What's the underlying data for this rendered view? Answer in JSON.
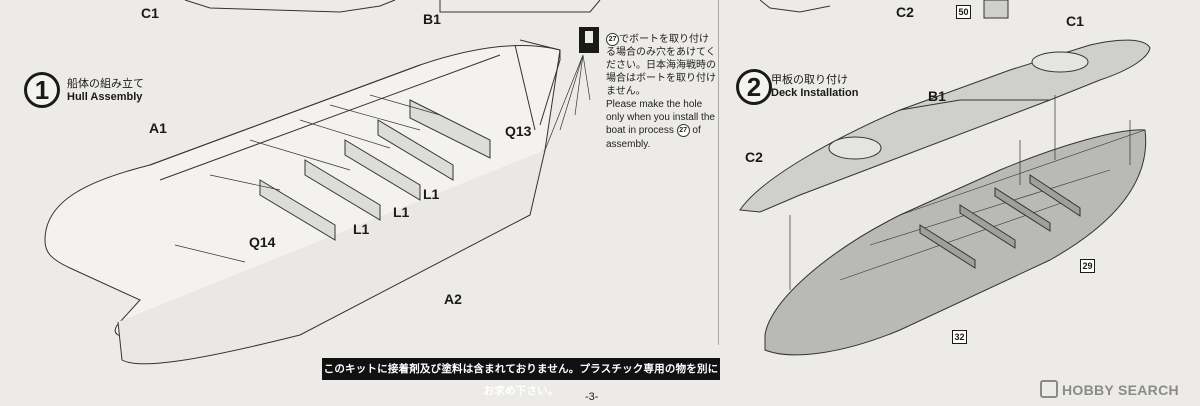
{
  "top_labels": {
    "c1": "C1",
    "b1": "B1",
    "c2": "C2",
    "c1_right": "C1",
    "part50": "50"
  },
  "step1": {
    "number": "1",
    "title_jp": "船体の組み立て",
    "title_en": "Hull Assembly",
    "parts": {
      "a1": "A1",
      "a2": "A2",
      "q13": "Q13",
      "q14": "Q14",
      "l1_a": "L1",
      "l1_b": "L1",
      "l1_c": "L1"
    }
  },
  "note": {
    "ref": "27",
    "jp_line1": "でボートを取り付け",
    "jp_rest": "る場合のみ穴をあけてください。日本海海戦時の場合はボートを取り付けません。",
    "en_main": "Please make the hole only when you install the boat in process",
    "en_tail": "of assembly."
  },
  "step2": {
    "number": "2",
    "title_jp": "甲板の取り付け",
    "title_en": "Deck Installation",
    "parts": {
      "b1": "B1",
      "c1": "C1",
      "c2": "C2",
      "box29": "29",
      "box32": "32"
    }
  },
  "warning": "このキットに接着剤及び塗料は含まれておりません。プラスチック専用の物を別にお求め下さい。",
  "page_number": "-3-",
  "watermark": "HOBBY SEARCH",
  "colors": {
    "background": "#ecebe8",
    "ink": "#1a1a1a",
    "hull_gray": "#b9b9b7",
    "warning_bg": "#111111"
  }
}
